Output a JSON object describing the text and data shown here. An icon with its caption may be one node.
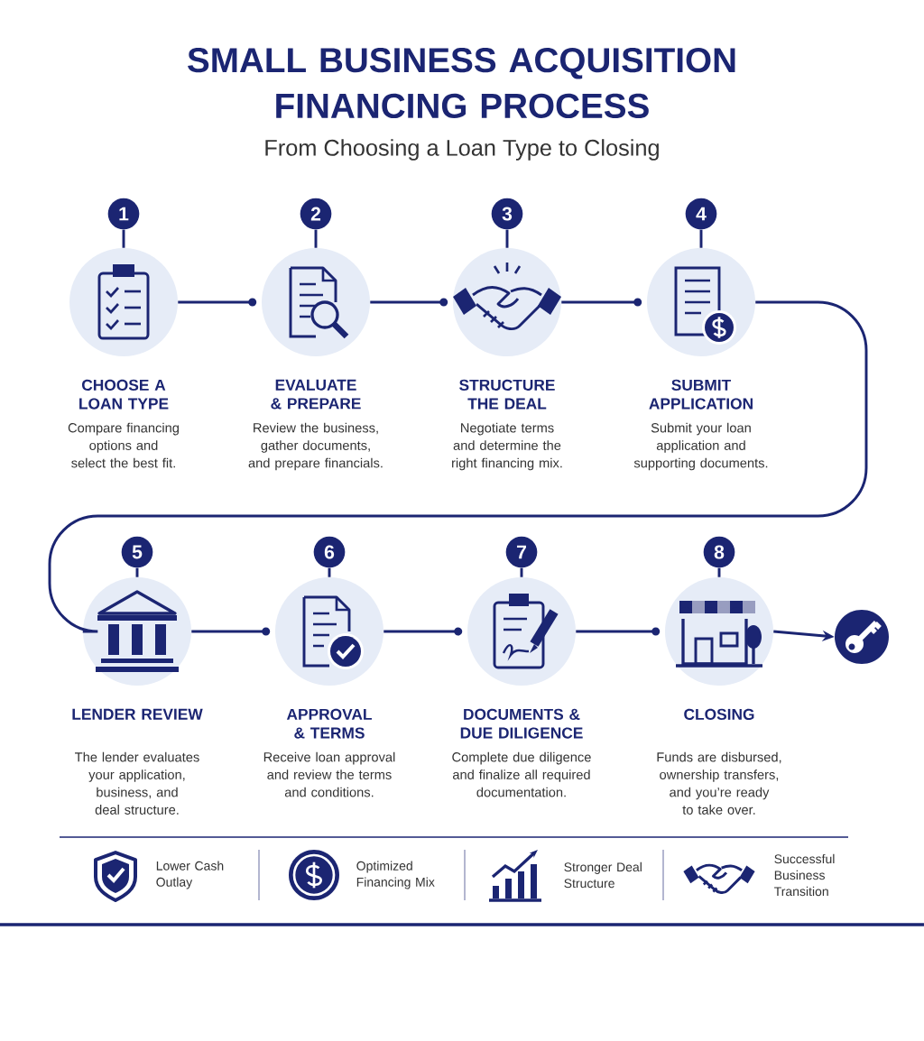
{
  "diagram": {
    "title": "SMALL BUSINESS ACQUISITION FINANCING PROCESS",
    "nodes": [
      {
        "text": [
          "1"
        ]
      },
      {
        "text": [
          "CHOOSE A LOAN TYPE"
        ]
      },
      {
        "text": [
          "2"
        ]
      },
      {
        "text": [
          "EVALUATE & PREPARE"
        ]
      },
      {
        "text": [
          "3"
        ]
      },
      {
        "text": [
          "STRUCTURE THE DEAL"
        ]
      },
      {
        "text": [
          "4"
        ]
      },
      {
        "text": [
          "SUBMIT APPLICATION"
        ]
      },
      {
        "text": [
          "5"
        ]
      },
      {
        "text": [
          "LENDER REVIEW"
        ]
      },
      {
        "text": [
          "6"
        ]
      },
      {
        "text": [
          "APPROVAL & TERMS"
        ]
      },
      {
        "text": [
          "7"
        ]
      },
      {
        "text": [
          "DOCUMENTS & DUE DILIGENCE"
        ]
      },
      {
        "text": [
          "8"
        ]
      },
      {
        "text": [
          "CLOSING"
        ]
      },
      {
        "text": [],
        "shape": "circle"
      }
    ],
    "edges": [
      {
        "from": 0,
        "to": 1,
        "arrow": "none"
      },
      {
        "from": 2,
        "to": 3,
        "arrow": "none"
      },
      {
        "from": 4,
        "to": 5,
        "arrow": "none"
      },
      {
        "from": 6,
        "to": 7,
        "arrow": "none"
      },
      {
        "from": 8,
        "to": 9,
        "arrow": "none"
      },
      {
        "from": 10,
        "to": 11,
        "arrow": "none"
      },
      {
        "from": 12,
        "to": 13,
        "arrow": "none"
      },
      {
        "from": 14,
        "to": 15,
        "arrow": "none"
      },
      {
        "from": 1,
        "to": 3,
        "arrow": "to"
      },
      {
        "from": 3,
        "to": 5,
        "arrow": "to"
      },
      {
        "from": 5,
        "to": 7,
        "arrow": "to"
      },
      {
        "from": 7,
        "to": 9,
        "arrow": "none"
      },
      {
        "from": 9,
        "to": 11,
        "arrow": "to"
      },
      {
        "from": 11,
        "to": 13,
        "arrow": "to"
      },
      {
        "from": 13,
        "to": 15,
        "arrow": "to"
      },
      {
        "from": 15,
        "to": 16,
        "arrow": "to"
      }
    ],
    "labels": [
      "From Choosing a Loan Type to Closing",
      "Compare financing options and select the best fit.",
      "Review the business, gather documents, and prepare financials.",
      "Negotiate terms and determine the right financing mix.",
      "Submit your loan application and supporting documents.",
      "The lender evaluates your application, business, and deal structure.",
      "Receive loan approval and review the terms and conditions.",
      "Complete due diligence and finalize all required documentation.",
      "Funds are disbursed, ownership transfers, and you’re ready to take over.",
      "Lower Cash Outlay",
      "Optimized Financing Mix",
      "Stronger Deal Structure",
      "Successful Business Transition"
    ]
  }
}
